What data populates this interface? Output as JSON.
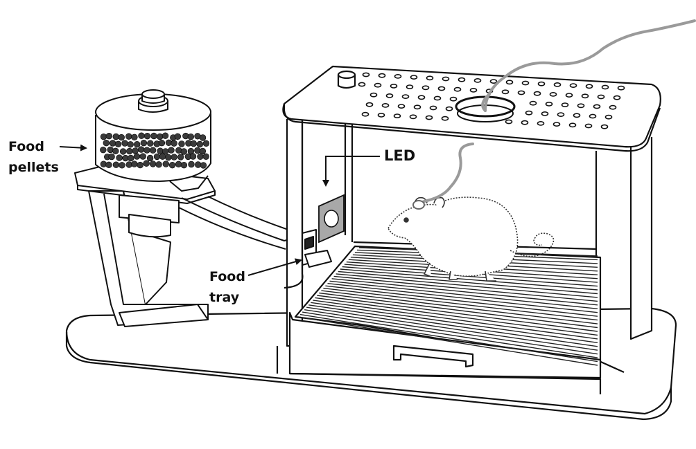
{
  "labels": {
    "food_pellets_line1": "Food",
    "food_pellets_line2": "pellets",
    "led": "LED",
    "food_tray_line1": "Food",
    "food_tray_line2": "tray"
  },
  "colors": {
    "line": "#111111",
    "cable": "#9a9a9a",
    "led_plate": "#a8a8a8",
    "pellet": "#3a3a3a",
    "background": "#ffffff"
  },
  "icons": {
    "arrow": "filled-triangle-arrowhead"
  }
}
